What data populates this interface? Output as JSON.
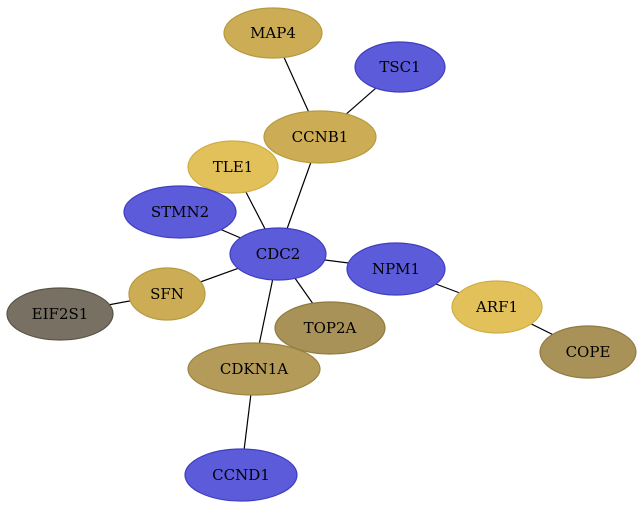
{
  "palette": {
    "blue": {
      "fill": "#5c5bda",
      "stroke": "#3f3ec0"
    },
    "gold": {
      "fill": "#ccad55",
      "stroke": "#b79a3e"
    },
    "yellow": {
      "fill": "#e2c15a",
      "stroke": "#cdae45"
    },
    "olive": {
      "fill": "#a99258",
      "stroke": "#8f7a40"
    },
    "tan": {
      "fill": "#b49b59",
      "stroke": "#9a8442"
    },
    "gray": {
      "fill": "#787062",
      "stroke": "#5a5446"
    }
  },
  "nodes": [
    {
      "id": "MAP4",
      "label": "MAP4",
      "color": "gold"
    },
    {
      "id": "TSC1",
      "label": "TSC1",
      "color": "blue"
    },
    {
      "id": "CCNB1",
      "label": "CCNB1",
      "color": "gold"
    },
    {
      "id": "TLE1",
      "label": "TLE1",
      "color": "yellow"
    },
    {
      "id": "STMN2",
      "label": "STMN2",
      "color": "blue"
    },
    {
      "id": "CDC2",
      "label": "CDC2",
      "color": "blue"
    },
    {
      "id": "NPM1",
      "label": "NPM1",
      "color": "blue"
    },
    {
      "id": "SFN",
      "label": "SFN",
      "color": "gold"
    },
    {
      "id": "EIF2S1",
      "label": "EIF2S1",
      "color": "gray"
    },
    {
      "id": "ARF1",
      "label": "ARF1",
      "color": "yellow"
    },
    {
      "id": "TOP2A",
      "label": "TOP2A",
      "color": "olive"
    },
    {
      "id": "COPE",
      "label": "COPE",
      "color": "olive"
    },
    {
      "id": "CDKN1A",
      "label": "CDKN1A",
      "color": "tan"
    },
    {
      "id": "CCND1",
      "label": "CCND1",
      "color": "blue"
    }
  ],
  "edges": [
    {
      "source": "MAP4",
      "target": "CCNB1"
    },
    {
      "source": "TSC1",
      "target": "CCNB1"
    },
    {
      "source": "CCNB1",
      "target": "CDC2"
    },
    {
      "source": "TLE1",
      "target": "CDC2"
    },
    {
      "source": "STMN2",
      "target": "CDC2"
    },
    {
      "source": "CDC2",
      "target": "NPM1"
    },
    {
      "source": "CDC2",
      "target": "SFN"
    },
    {
      "source": "CDC2",
      "target": "TOP2A"
    },
    {
      "source": "CDC2",
      "target": "CDKN1A"
    },
    {
      "source": "SFN",
      "target": "EIF2S1"
    },
    {
      "source": "NPM1",
      "target": "ARF1"
    },
    {
      "source": "ARF1",
      "target": "COPE"
    },
    {
      "source": "CDKN1A",
      "target": "CCND1"
    }
  ]
}
